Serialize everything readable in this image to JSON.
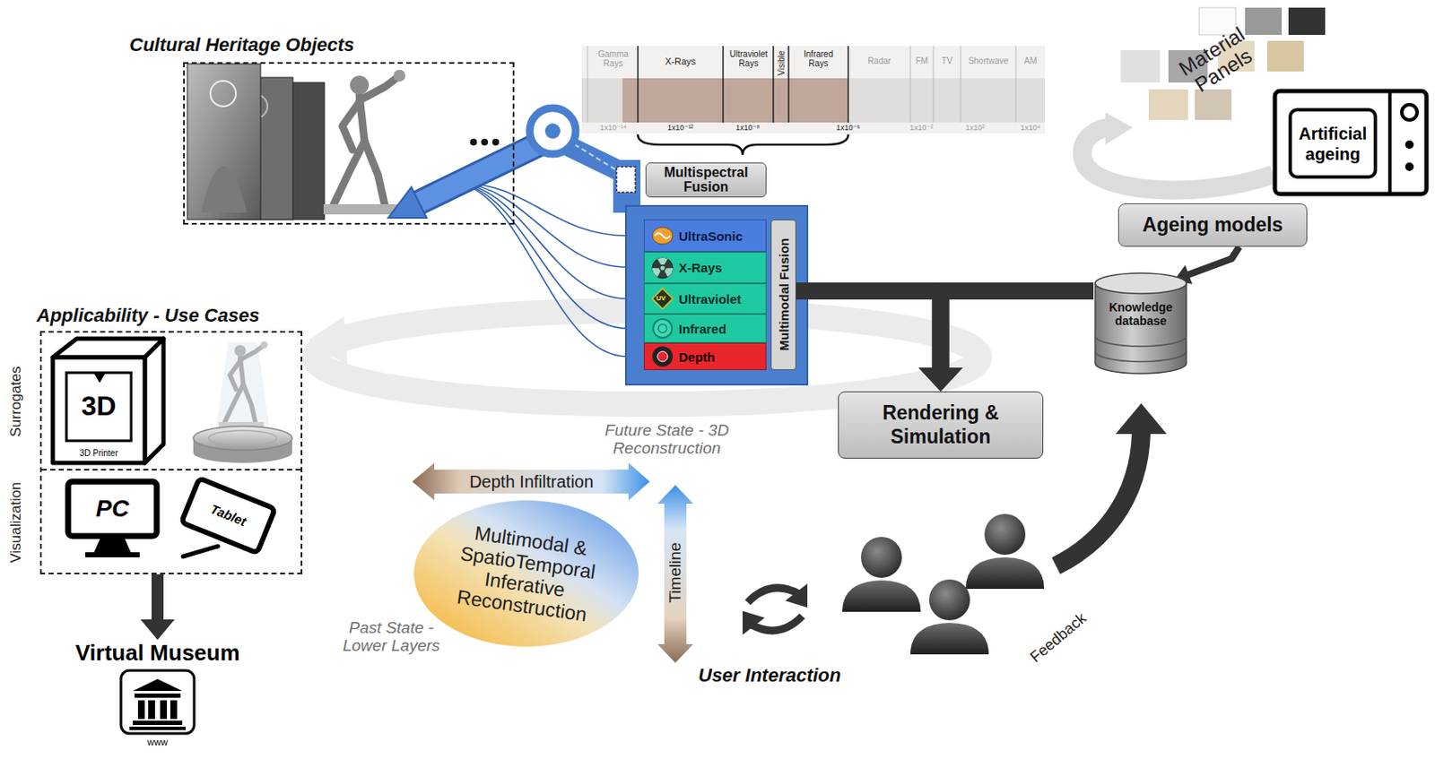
{
  "diagram": {
    "nodes": [
      {
        "text": [
          "Cultural Heritage Objects"
        ]
      },
      {
        "text": [
          "Multispectral Fusion"
        ]
      },
      {
        "text": [
          "UltraSonic"
        ]
      },
      {
        "text": [
          "X-Rays"
        ]
      },
      {
        "text": [
          "Ultraviolet"
        ]
      },
      {
        "text": [
          "Infrared"
        ]
      },
      {
        "text": [
          "Depth"
        ]
      },
      {
        "text": [
          "Multimodal Fusion"
        ]
      },
      {
        "text": [
          "Artificial ageing"
        ]
      },
      {
        "text": [
          "Ageing models"
        ]
      },
      {
        "text": [
          "Knowledge database"
        ]
      },
      {
        "text": [
          "Rendering & Simulation"
        ]
      },
      {
        "text": [
          "Applicability - Use Cases"
        ]
      },
      {
        "text": [
          "Surrogates"
        ],
        "in": 12
      },
      {
        "text": [
          "Visualization"
        ],
        "in": 12
      },
      {
        "text": [
          "Virtual Museum",
          "www"
        ]
      },
      {
        "text": [
          "Multimodal & SpatioTemporal Inferative Reconstruction"
        ]
      }
    ],
    "edges": [
      {
        "from": 7,
        "to": 11,
        "arrow": "to"
      },
      {
        "from": 10,
        "to": 11,
        "arrow": "to"
      },
      {
        "from": 9,
        "to": 10,
        "arrow": "to"
      },
      {
        "from": 12,
        "to": 15,
        "arrow": "to"
      }
    ],
    "labels": [
      "Gamma Rays",
      "X-Rays",
      "Ultraviolet Rays",
      "Visible",
      "Infrared Rays",
      "Radar",
      "FM",
      "TV",
      "Shortwave",
      "AM",
      "1x10⁻¹⁴",
      "1x10⁻¹²",
      "1x10⁻⁸",
      "1x10⁻⁶",
      "1x10⁻²",
      "1x10²",
      "1x10⁴",
      "UV",
      "Material Panels",
      "3D",
      "3D Printer",
      "PC",
      "Tablet",
      "Depth Infiltration",
      "Future State - 3D Reconstruction",
      "Timeline",
      "Past State - Lower Layers",
      "User Interaction",
      "Feedback"
    ]
  }
}
